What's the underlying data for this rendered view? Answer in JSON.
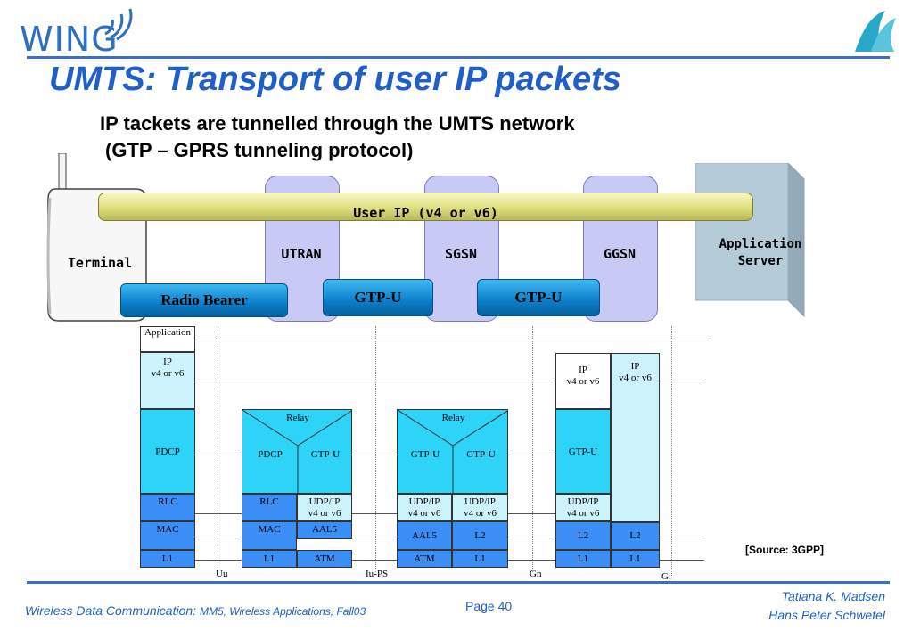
{
  "header": {
    "logo_text": "WING",
    "title": "UMTS: Transport of user IP packets",
    "subtitle_line1": "IP tackets are tunnelled through the UMTS network",
    "subtitle_line2": "(GTP – GPRS tunneling protocol)"
  },
  "diagram": {
    "terminal_label": "Terminal",
    "user_ip_label": "User IP (v4 or v6)",
    "nodes": [
      "UTRAN",
      "SGSN",
      "GGSN"
    ],
    "app_server_line1": "Application",
    "app_server_line2": "Server",
    "pills": [
      "Radio Bearer",
      "GTP-U",
      "GTP-U"
    ]
  },
  "stack": {
    "terminal": {
      "application": "Application",
      "ip": "IP",
      "ip_ver": "v4 or v6",
      "pdcp": "PDCP",
      "rlc": "RLC",
      "mac": "MAC",
      "l1": "L1"
    },
    "utran": {
      "relay": "Relay",
      "pdcp": "PDCP",
      "gtpu": "GTP-U",
      "rlc": "RLC",
      "udpip": "UDP/IP",
      "udpip_ver": "v4 or v6",
      "mac": "MAC",
      "aal5": "AAL5",
      "l1": "L1",
      "atm": "ATM"
    },
    "sgsn": {
      "relay": "Relay",
      "gtpu_left": "GTP-U",
      "gtpu_right": "GTP-U",
      "udpip_left": "UDP/IP",
      "udpip_left_ver": "v4 or v6",
      "udpip_right": "UDP/IP",
      "udpip_right_ver": "v4 or v6",
      "aal5": "AAL5",
      "l2": "L2",
      "atm": "ATM",
      "l1": "L1"
    },
    "ggsn": {
      "ip_left": "IP",
      "ip_left_ver": "v4 or v6",
      "ip_right": "IP",
      "ip_right_ver": "v4 or v6",
      "gtpu": "GTP-U",
      "udpip": "UDP/IP",
      "udpip_ver": "v4 or v6",
      "l2_left": "L2",
      "l2_right": "L2",
      "l1_left": "L1",
      "l1_right": "L1"
    },
    "interfaces": [
      "Uu",
      "Iu-PS",
      "Gn",
      "Gi"
    ]
  },
  "source_note": "[Source: 3GPP]",
  "footer": {
    "course": "Wireless Data Communication:",
    "course_detail": "MM5, Wireless Applications, Fall03",
    "page": "Page 40",
    "author1": "Tatiana K. Madsen",
    "author2": "Hans Peter Schwefel"
  },
  "colors": {
    "title_blue": "#1f5fc8",
    "node_lavender": "#c9c9f5",
    "pill_blue": "#0a7ec8",
    "layer_cyan": "#2ed3f8",
    "layer_blue": "#3a8ef5",
    "layer_light": "#ccf3fc",
    "ip_bar_yellow": "#dede7c",
    "server_gray": "#b5cbd8"
  }
}
